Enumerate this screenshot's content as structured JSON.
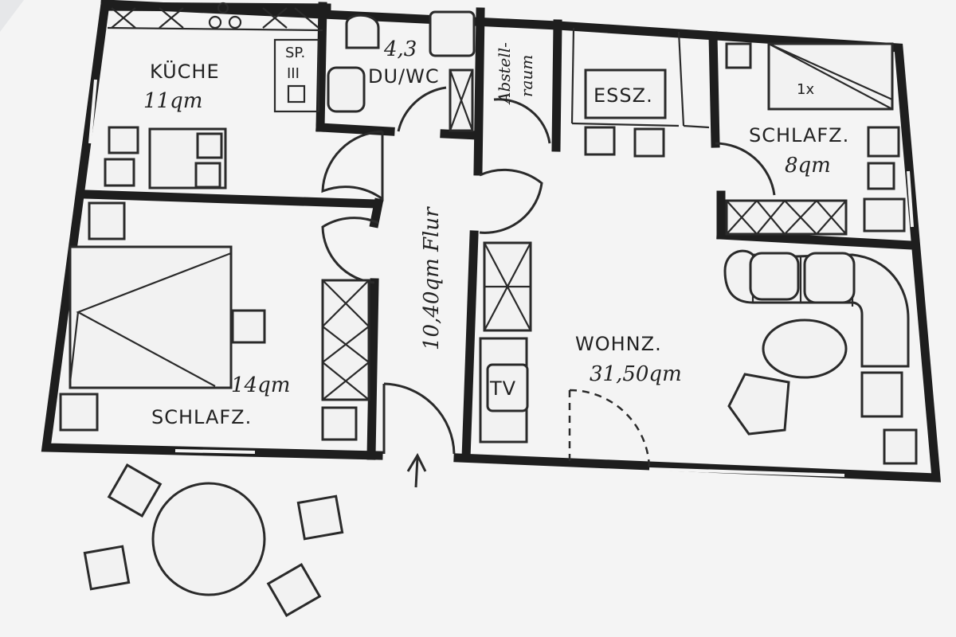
{
  "rooms": {
    "kueche": {
      "name": "KÜCHE",
      "area": "11qm"
    },
    "sp": {
      "name": "SP.",
      "mark": "III"
    },
    "bad": {
      "name": "DU/WC",
      "area": "4,3"
    },
    "abstell": {
      "line1": "Abstell-",
      "line2": "raum"
    },
    "essz": {
      "name": "ESSZ."
    },
    "schlafz_small": {
      "name": "SCHLAFZ.",
      "area": "8qm",
      "bed": "1x"
    },
    "schlafz_large": {
      "name": "SCHLAFZ.",
      "area": "14qm"
    },
    "flur": {
      "label": "10,40qm Flur"
    },
    "wohnz": {
      "name": "WOHNZ.",
      "area": "31,50qm",
      "tv": "TV"
    }
  },
  "colors": {
    "paper": "#f4f4f4",
    "ink": "#1e1e1e",
    "background": "#e6e7e9"
  },
  "icons": {
    "entrance": "arrow-up-icon"
  }
}
